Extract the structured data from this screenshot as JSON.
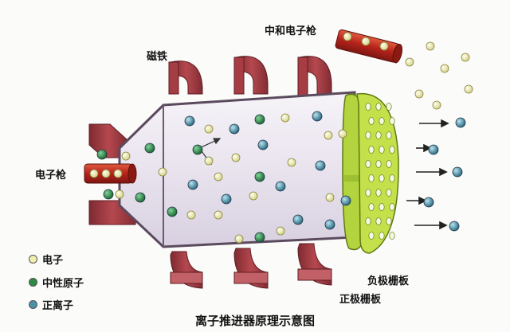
{
  "labels": {
    "magnet": "磁铁",
    "neutralizer_gun": "中和电子枪",
    "electron_gun": "电子枪",
    "negative_grid": "负极栅板",
    "positive_grid": "正极栅板",
    "title": "离子推进器原理示意图"
  },
  "legend": [
    {
      "label": "电子",
      "color": "#f1efb0"
    },
    {
      "label": "中性原子",
      "color": "#2d8a45"
    },
    {
      "label": "正离子",
      "color": "#4e90a7"
    }
  ],
  "colors": {
    "magnet": "#a63d44",
    "chamber": "#e7e1ec",
    "grid": "#c4e04a",
    "gun": "#c32b20"
  }
}
